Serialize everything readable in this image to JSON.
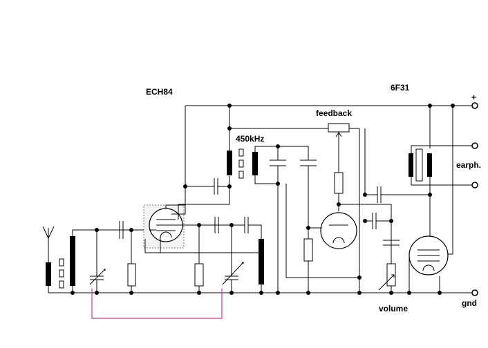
{
  "labels": {
    "tube1": "ECH84",
    "tube2": "6F31",
    "plus": "+",
    "feedback": "feedback",
    "if_freq": "450kHz",
    "earphone": "earph.",
    "volume": "volume",
    "ground": "gnd"
  },
  "colors": {
    "wire": "#000000",
    "tuning_link": "#cc3399"
  }
}
